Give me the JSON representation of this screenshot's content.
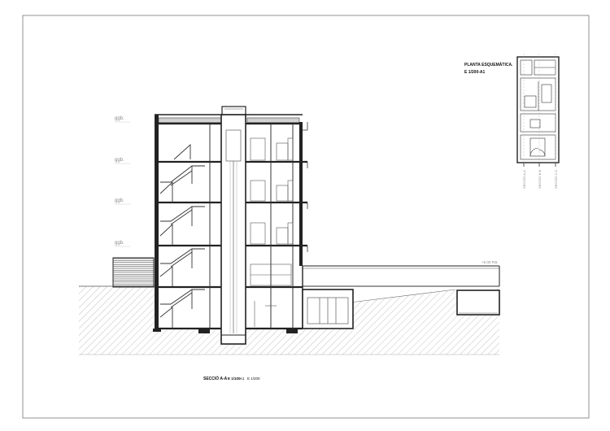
{
  "key_plan": {
    "title_line1": "PLANTA ESQUEMÀTICA.",
    "title_line2": "E 1/200-A1",
    "section_marks": [
      "SECCIÓ A-A",
      "SECCIÓ B-B",
      "SECCIÓ C-C"
    ]
  },
  "level_labels": [
    "ggb.",
    "ggb.",
    "ggb.",
    "ggb."
  ],
  "ground_label": "+0.00 P.B.",
  "footer": {
    "title": "SECCIÓ A-A",
    "scale": "E 1/100",
    "sheet": "A1",
    "alt_scale": "E 1/200"
  }
}
